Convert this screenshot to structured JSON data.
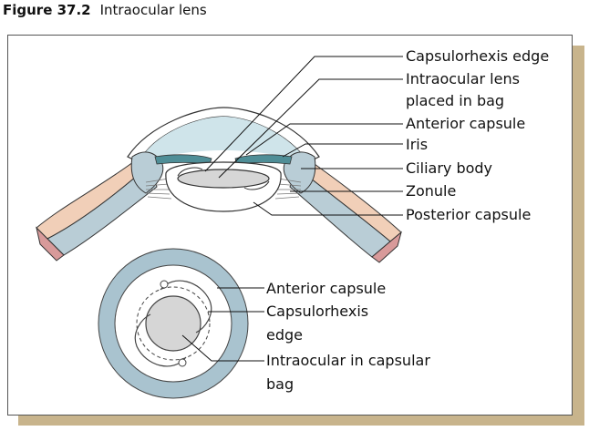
{
  "figure": {
    "number": "Figure 37.2",
    "title": "Intraocular lens"
  },
  "top_labels": [
    "Capsulorhexis edge",
    "Intraocular lens",
    "placed in bag",
    "Anterior capsule",
    "Iris",
    "Ciliary body",
    "Zonule",
    "Posterior capsule"
  ],
  "bottom_labels": [
    "Anterior capsule",
    "Capsulorhexis",
    "edge",
    "Intraocular in capsular",
    "bag"
  ],
  "colors": {
    "cornea_tint": "#cfe4ea",
    "ciliary": "#b9cdd6",
    "sclera": "#f1cfb8",
    "iris": "#4f8e97",
    "outer_ring": "#a9c3cf",
    "lens": "#d6d6d6",
    "frame_shadow": "#c8b48c"
  }
}
